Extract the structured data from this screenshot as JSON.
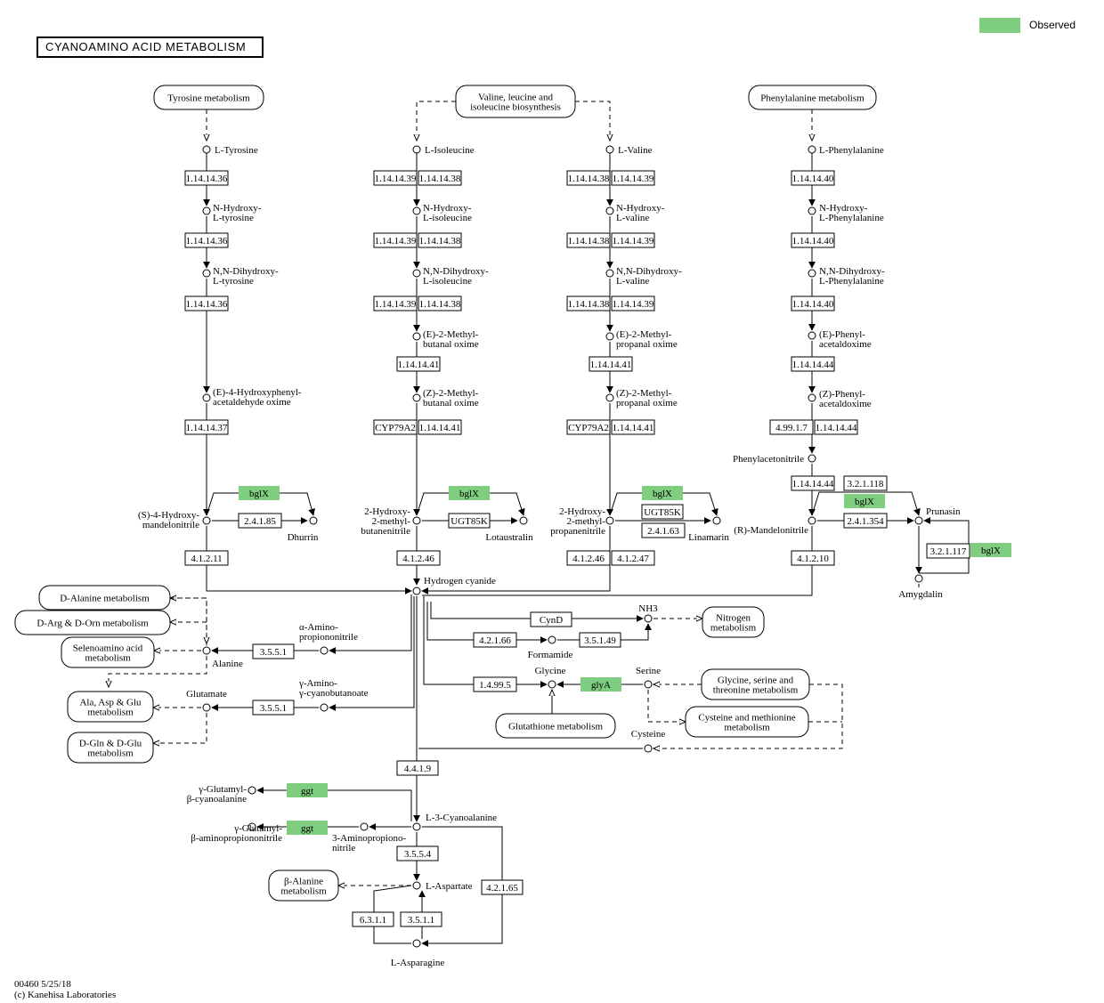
{
  "title": "CYANOAMINO ACID METABOLISM",
  "legend": {
    "label": "Observed",
    "color": "#7fcd7f"
  },
  "footer": {
    "line1": "00460 5/25/18",
    "line2": "(c) Kanehisa Laboratories"
  },
  "pathway_maps": [
    {
      "id": "tyrosine",
      "lines": [
        "Tyrosine metabolism"
      ]
    },
    {
      "id": "val-leu-ile",
      "lines": [
        "Valine, leucine and",
        "isoleucine biosynthesis"
      ]
    },
    {
      "id": "phenylalanine",
      "lines": [
        "Phenylalanine metabolism"
      ]
    },
    {
      "id": "d-alanine",
      "lines": [
        "D-Alanine metabolism"
      ]
    },
    {
      "id": "d-arg-orn",
      "lines": [
        "D-Arg & D-Orn metabolism"
      ]
    },
    {
      "id": "selenoamino",
      "lines": [
        "Selenoamino acid",
        "metabolism"
      ]
    },
    {
      "id": "ala-asp-glu",
      "lines": [
        "Ala, Asp & Glu",
        "metabolism"
      ]
    },
    {
      "id": "d-gln-glu",
      "lines": [
        "D-Gln & D-Glu",
        "metabolism"
      ]
    },
    {
      "id": "nitrogen",
      "lines": [
        "Nitrogen",
        "metabolism"
      ]
    },
    {
      "id": "glutathione",
      "lines": [
        "Glutathione metabolism"
      ]
    },
    {
      "id": "gly-ser-thr",
      "lines": [
        "Glycine, serine and",
        "threonine metabolism"
      ]
    },
    {
      "id": "cys-met",
      "lines": [
        "Cysteine and methionine",
        "metabolism"
      ]
    },
    {
      "id": "beta-alanine",
      "lines": [
        "β-Alanine",
        "metabolism"
      ]
    }
  ],
  "enzymes": [
    {
      "label": "1.14.14.36"
    },
    {
      "label": "1.14.14.36"
    },
    {
      "label": "1.14.14.36"
    },
    {
      "label": "1.14.14.37"
    },
    {
      "label": "1.14.14.39"
    },
    {
      "label": "1.14.14.38"
    },
    {
      "label": "1.14.14.39"
    },
    {
      "label": "1.14.14.38"
    },
    {
      "label": "1.14.14.39"
    },
    {
      "label": "1.14.14.38"
    },
    {
      "label": "1.14.14.41"
    },
    {
      "label": "CYP79A2"
    },
    {
      "label": "1.14.14.41"
    },
    {
      "label": "1.14.14.38"
    },
    {
      "label": "1.14.14.39"
    },
    {
      "label": "1.14.14.38"
    },
    {
      "label": "1.14.14.39"
    },
    {
      "label": "1.14.14.38"
    },
    {
      "label": "1.14.14.39"
    },
    {
      "label": "1.14.14.41"
    },
    {
      "label": "CYP79A2"
    },
    {
      "label": "1.14.14.41"
    },
    {
      "label": "1.14.14.40"
    },
    {
      "label": "1.14.14.40"
    },
    {
      "label": "1.14.14.40"
    },
    {
      "label": "1.14.14.44"
    },
    {
      "label": "4.99.1.7"
    },
    {
      "label": "1.14.14.44"
    },
    {
      "label": "1.14.14.44"
    },
    {
      "label": "3.2.1.118"
    },
    {
      "label": "2.4.1.354"
    },
    {
      "label": "3.2.1.117"
    },
    {
      "label": "bglX",
      "observed": true
    },
    {
      "label": "2.4.1.85"
    },
    {
      "label": "bglX",
      "observed": true
    },
    {
      "label": "UGT85K"
    },
    {
      "label": "bglX",
      "observed": true
    },
    {
      "label": "UGT85K"
    },
    {
      "label": "2.4.1.63"
    },
    {
      "label": "bglX",
      "observed": true
    },
    {
      "label": "bglX",
      "observed": true
    },
    {
      "label": "4.1.2.11"
    },
    {
      "label": "4.1.2.46"
    },
    {
      "label": "4.1.2.46"
    },
    {
      "label": "4.1.2.47"
    },
    {
      "label": "4.1.2.10"
    },
    {
      "label": "CynD"
    },
    {
      "label": "4.2.1.66"
    },
    {
      "label": "3.5.1.49"
    },
    {
      "label": "3.5.5.1"
    },
    {
      "label": "3.5.5.1"
    },
    {
      "label": "1.4.99.5"
    },
    {
      "label": "glyA",
      "observed": true
    },
    {
      "label": "4.4.1.9"
    },
    {
      "label": "ggt",
      "observed": true
    },
    {
      "label": "ggt",
      "observed": true
    },
    {
      "label": "3.5.5.4"
    },
    {
      "label": "4.2.1.65"
    },
    {
      "label": "6.3.1.1"
    },
    {
      "label": "3.5.1.1"
    }
  ],
  "compounds": [
    {
      "lines": [
        "L-Tyrosine"
      ]
    },
    {
      "lines": [
        "N-Hydroxy-",
        "L-tyrosine"
      ]
    },
    {
      "lines": [
        "N,N-Dihydroxy-",
        "L-tyrosine"
      ]
    },
    {
      "lines": [
        "(E)-4-Hydroxyphenyl-",
        "acetaldehyde oxime"
      ]
    },
    {
      "lines": [
        "(S)-4-Hydroxy-",
        "mandelonitrile"
      ]
    },
    {
      "lines": [
        "Dhurrin"
      ]
    },
    {
      "lines": [
        "L-Isoleucine"
      ]
    },
    {
      "lines": [
        "N-Hydroxy-",
        "L-isoleucine"
      ]
    },
    {
      "lines": [
        "N,N-Dihydroxy-",
        "L-isoleucine"
      ]
    },
    {
      "lines": [
        "(E)-2-Methyl-",
        "butanal oxime"
      ]
    },
    {
      "lines": [
        "(Z)-2-Methyl-",
        "butanal oxime"
      ]
    },
    {
      "lines": [
        "2-Hydroxy-",
        "2-methyl-",
        "butanenitrile"
      ]
    },
    {
      "lines": [
        "Lotaustralin"
      ]
    },
    {
      "lines": [
        "L-Valine"
      ]
    },
    {
      "lines": [
        "N-Hydroxy-",
        "L-valine"
      ]
    },
    {
      "lines": [
        "N,N-Dihydroxy-",
        "L-valine"
      ]
    },
    {
      "lines": [
        "(E)-2-Methyl-",
        "propanal oxime"
      ]
    },
    {
      "lines": [
        "(Z)-2-Methyl-",
        "propanal oxime"
      ]
    },
    {
      "lines": [
        "2-Hydroxy-",
        "2-methyl-",
        "propanenitrile"
      ]
    },
    {
      "lines": [
        "Linamarin"
      ]
    },
    {
      "lines": [
        "L-Phenylalanine"
      ]
    },
    {
      "lines": [
        "N-Hydroxy-",
        "L-Phenylalanine"
      ]
    },
    {
      "lines": [
        "N,N-Dihydroxy-",
        "L-Phenylalanine"
      ]
    },
    {
      "lines": [
        "(E)-Phenyl-",
        "acetaldoxime"
      ]
    },
    {
      "lines": [
        "(Z)-Phenyl-",
        "acetaldoxime"
      ]
    },
    {
      "lines": [
        "Phenylacetonitrile"
      ]
    },
    {
      "lines": [
        "(R)-Mandelonitrile"
      ]
    },
    {
      "lines": [
        "Prunasin"
      ]
    },
    {
      "lines": [
        "Amygdalin"
      ]
    },
    {
      "lines": [
        "Hydrogen cyanide"
      ]
    },
    {
      "lines": [
        "NH3"
      ]
    },
    {
      "lines": [
        "Formamide"
      ]
    },
    {
      "lines": [
        "α-Amino-",
        "propiononitrile"
      ]
    },
    {
      "lines": [
        "Alanine"
      ]
    },
    {
      "lines": [
        "γ-Amino-",
        "γ-cyanobutanoate"
      ]
    },
    {
      "lines": [
        "Glutamate"
      ]
    },
    {
      "lines": [
        "Glycine"
      ]
    },
    {
      "lines": [
        "Serine"
      ]
    },
    {
      "lines": [
        "Cysteine"
      ]
    },
    {
      "lines": [
        "γ-Glutamyl-",
        "β-cyanoalanine"
      ]
    },
    {
      "lines": [
        "γ-Glutamyl-",
        "β-aminopropiononitrile"
      ]
    },
    {
      "lines": [
        "3-Aminopropiono-",
        "nitrile"
      ]
    },
    {
      "lines": [
        "L-3-Cyanoalanine"
      ]
    },
    {
      "lines": [
        "L-Aspartate"
      ]
    },
    {
      "lines": [
        "L-Asparagine"
      ]
    }
  ]
}
